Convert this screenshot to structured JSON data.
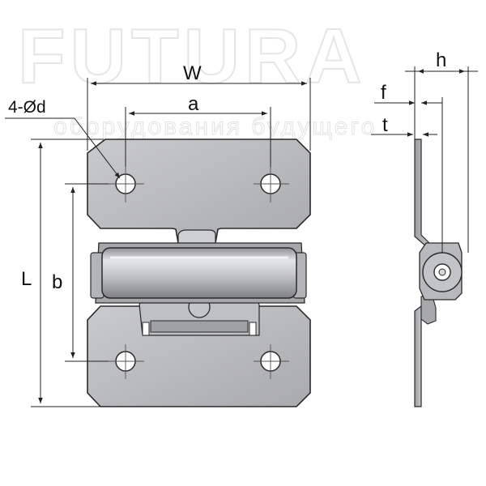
{
  "watermark": {
    "brand": "FUTURA",
    "tagline": "оборудования будущего"
  },
  "dimensions": {
    "width": "W",
    "hole_spacing_horizontal": "a",
    "holes": "4-Ød",
    "length": "L",
    "hole_spacing_vertical": "b",
    "total_depth": "h",
    "knuckle_offset": "f",
    "thickness": "t"
  },
  "colors": {
    "plate_fill": "#b8b9bc",
    "plate_stroke": "#2a2a2a",
    "dimension_line": "#222222",
    "center_line": "#555555"
  }
}
